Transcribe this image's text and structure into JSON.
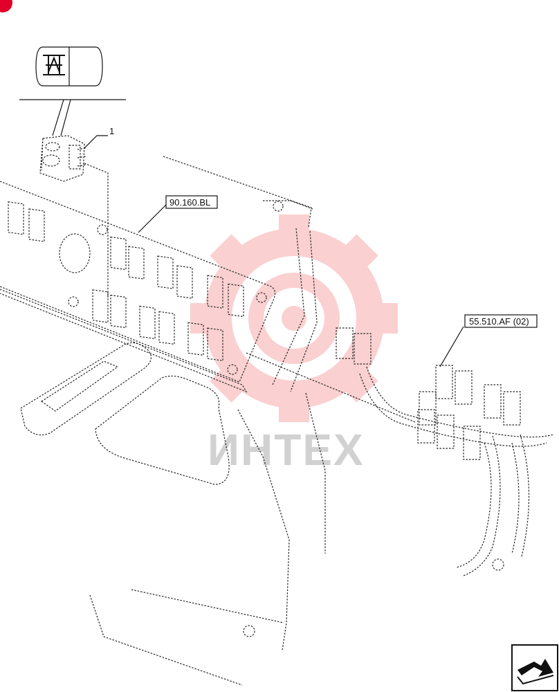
{
  "diagram": {
    "callouts": [
      {
        "id": "item-1",
        "text": "1"
      },
      {
        "id": "ref-panel",
        "text": "90.160.BL"
      },
      {
        "id": "ref-harness",
        "text": "55.510.AF (02)"
      }
    ],
    "watermark": {
      "text": "ИНТЕХ",
      "color": "#f05a5a"
    },
    "corner_badge": {
      "color": "#e0002a"
    },
    "nav_icon": "next-page-arrow-icon"
  }
}
